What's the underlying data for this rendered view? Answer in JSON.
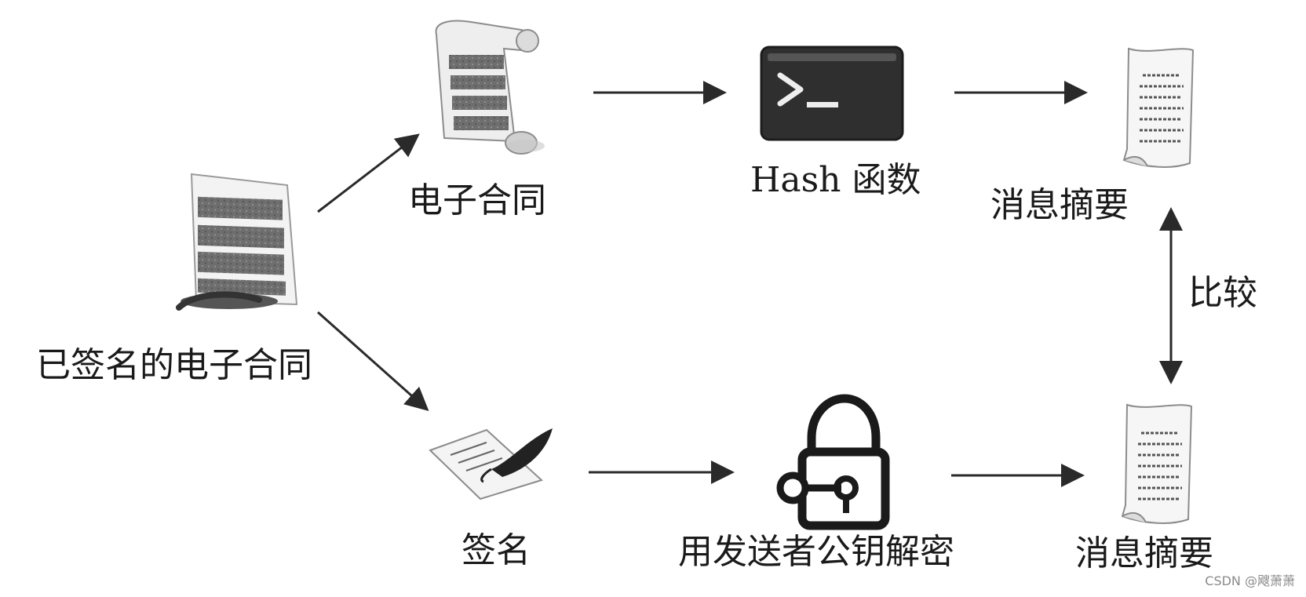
{
  "diagram": {
    "nodes": {
      "signed_contract": "已签名的电子合同",
      "e_contract": "电子合同",
      "hash_function": "Hash 函数",
      "digest_top": "消息摘要",
      "signature": "签名",
      "decrypt": "用发送者公钥解密",
      "digest_bottom": "消息摘要"
    },
    "compare_label": "比较",
    "icons": [
      "signed-document-icon",
      "scroll-icon",
      "terminal-icon",
      "digest-document-icon",
      "quill-signature-icon",
      "padlock-key-icon",
      "digest-document-icon"
    ]
  },
  "watermark": "CSDN @飕萧萧"
}
